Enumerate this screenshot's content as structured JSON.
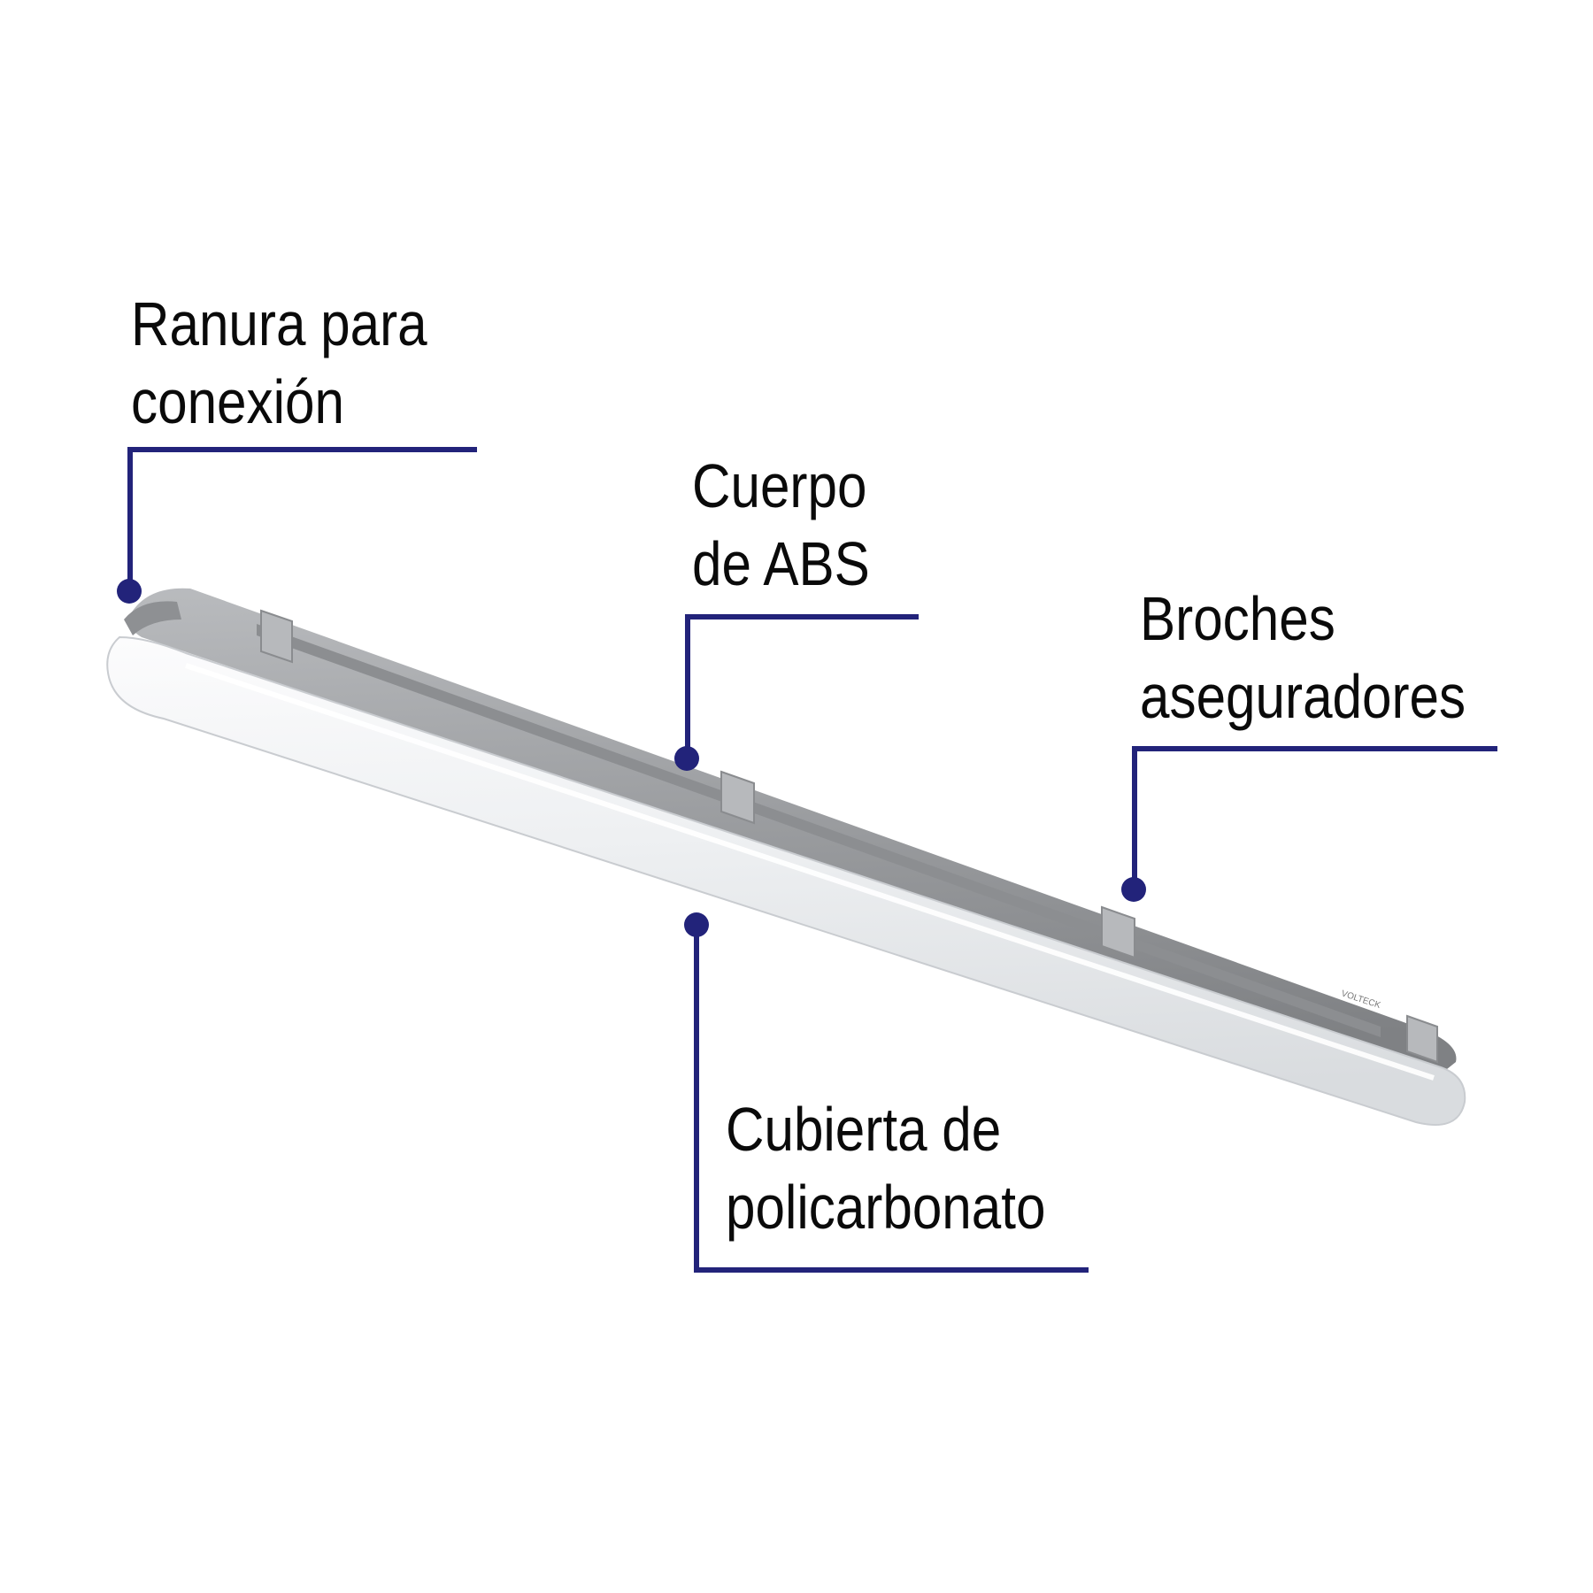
{
  "callouts": {
    "ranura": {
      "line1": "Ranura para",
      "line2": "conexión"
    },
    "cuerpo": {
      "line1": "Cuerpo",
      "line2": "de ABS"
    },
    "broches": {
      "line1": "Broches",
      "line2": "aseguradores"
    },
    "cubierta": {
      "line1": "Cubierta de",
      "line2": "policarbonato"
    }
  },
  "colors": {
    "leader": "#22237a",
    "body_gray": "#9fa1a4",
    "cover_white": "#f3f4f6"
  },
  "fixture_marking": "VOLTECK"
}
